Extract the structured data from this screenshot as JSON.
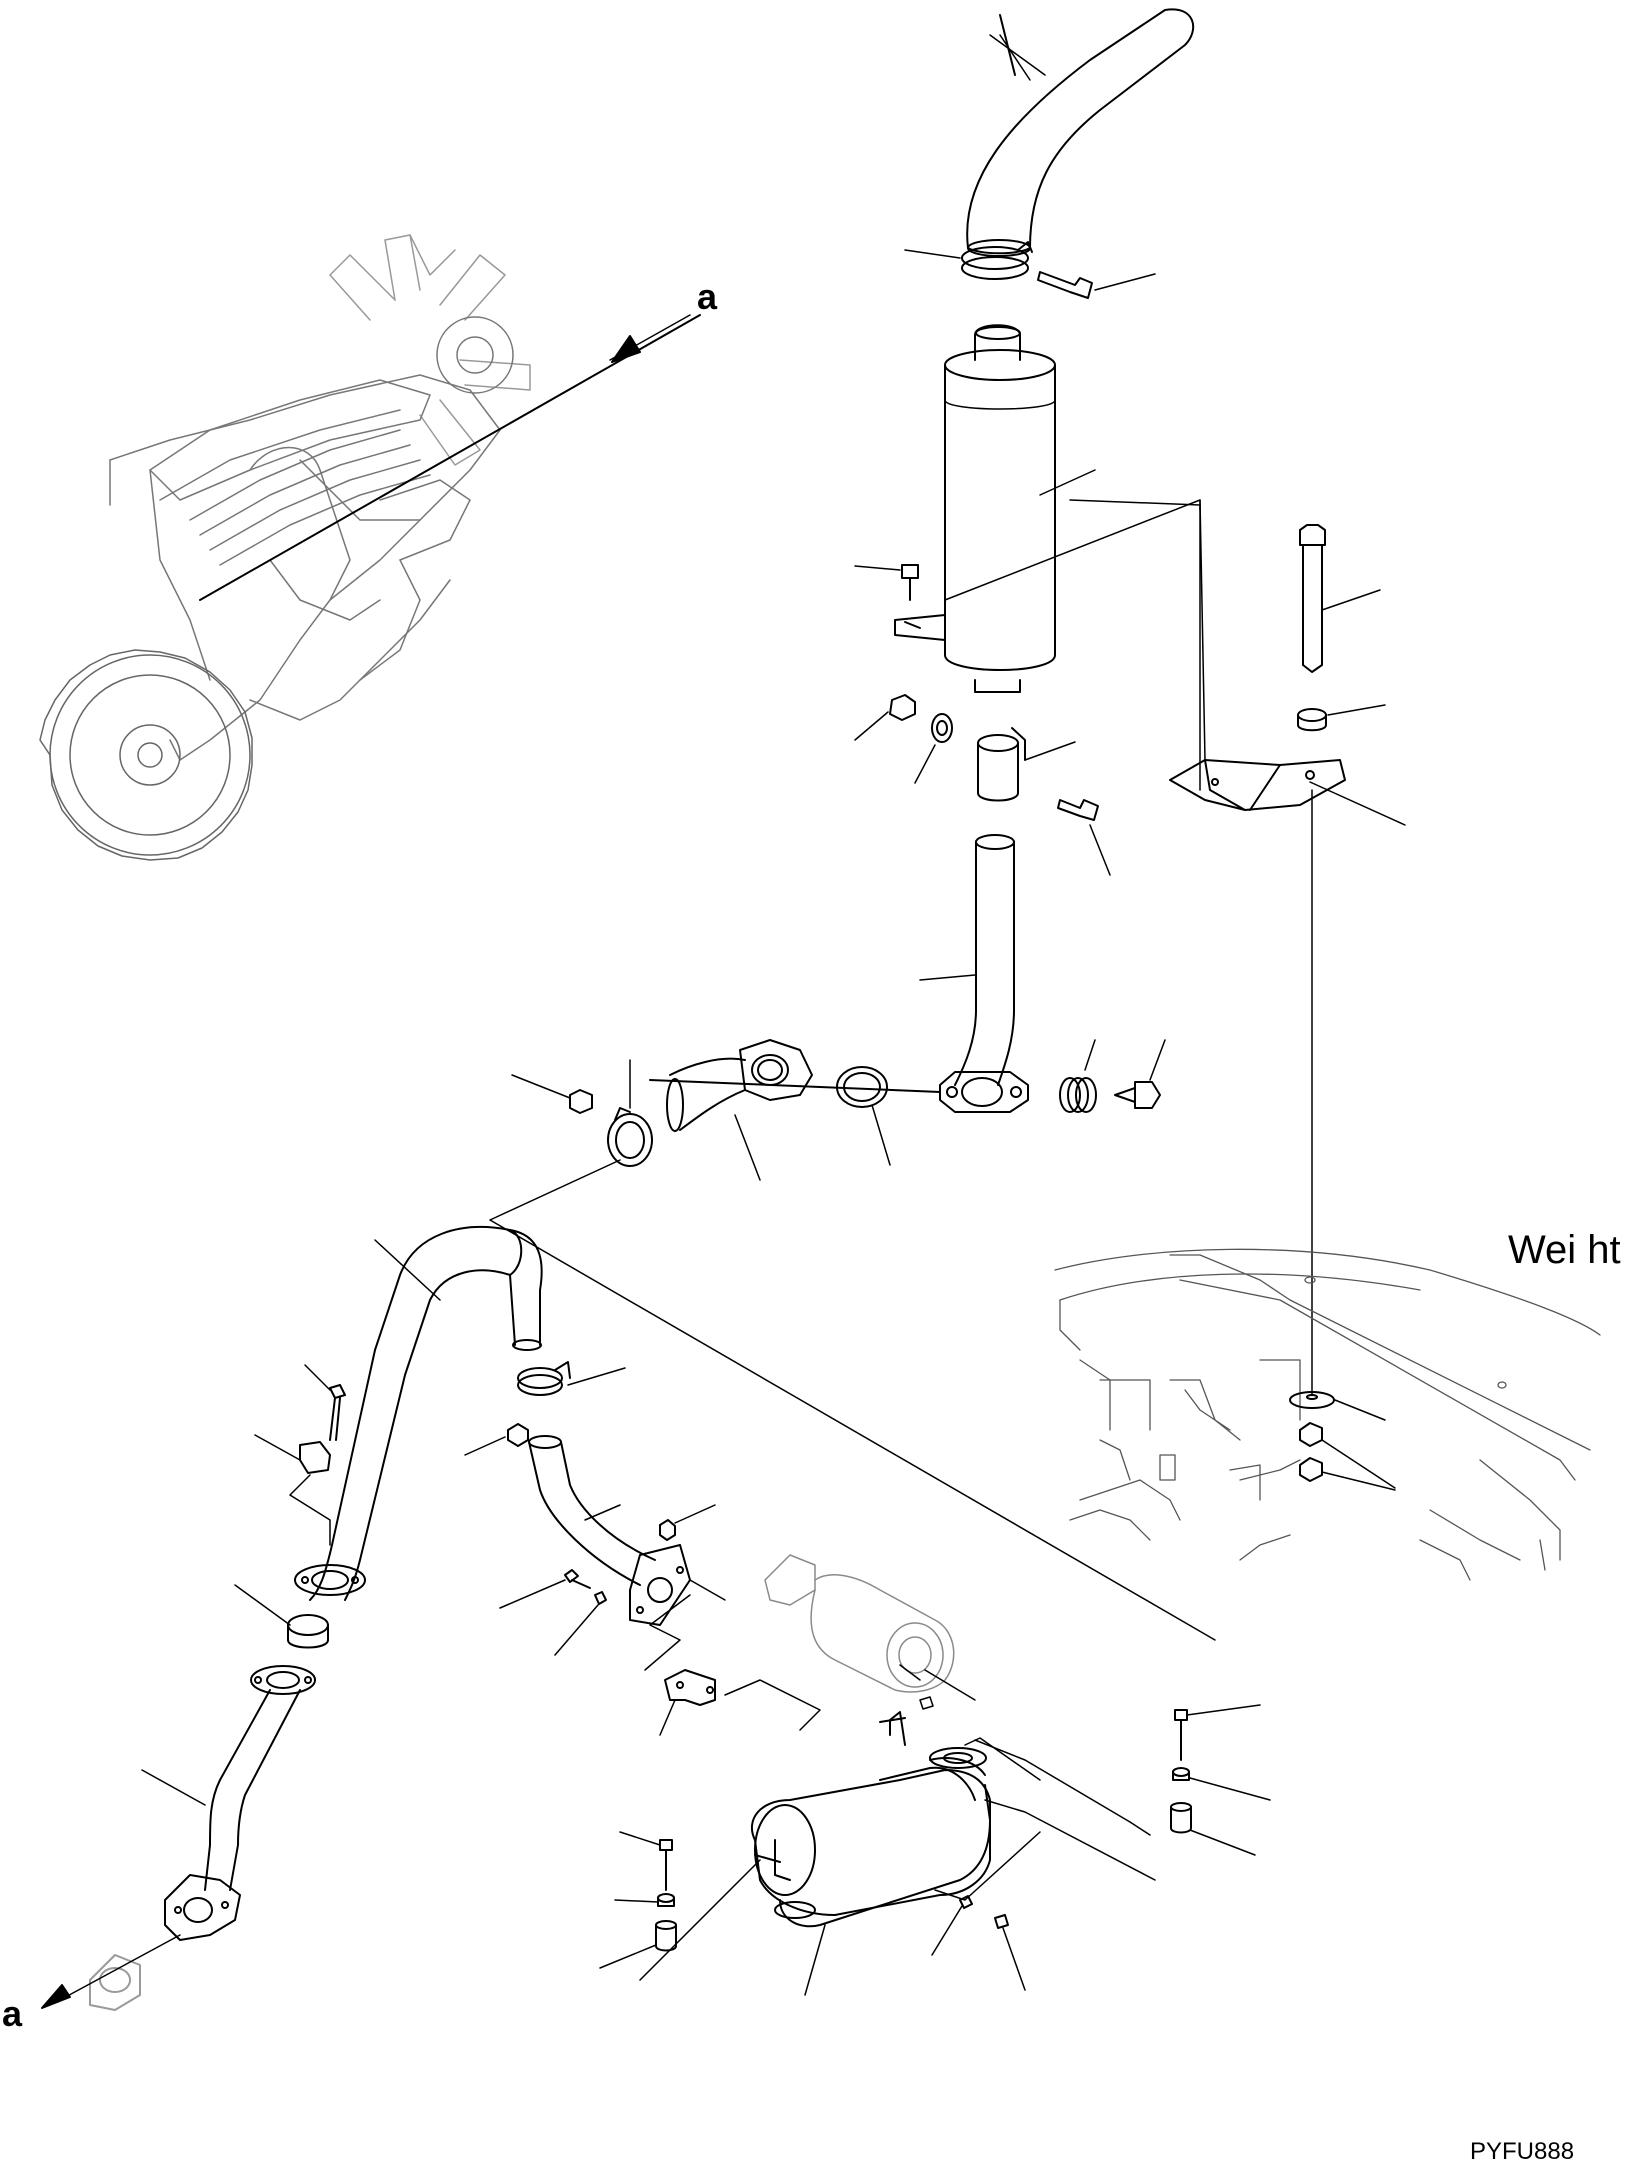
{
  "labels": {
    "view_a_top": "a",
    "view_a_bottom": "a",
    "weight_note": "Wei  ht",
    "drawing_code": "PYFU888"
  },
  "colors": {
    "line": "#000000",
    "ghost": "#9a9a9a"
  }
}
